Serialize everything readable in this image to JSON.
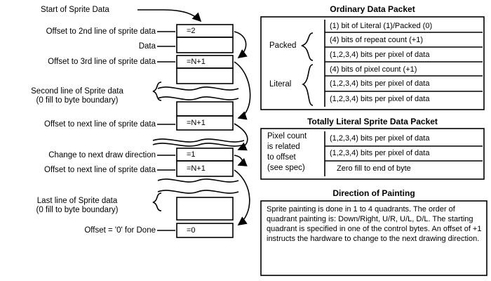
{
  "left": {
    "labels": {
      "start": "Start of Sprite Data",
      "offset2": "Offset to 2nd line of sprite data",
      "data": "Data",
      "offset3": "Offset to 3rd line of sprite data",
      "second_line": "Second line of Sprite data",
      "second_fill": "(0 fill to byte boundary)",
      "offset_next_1": "Offset to next line of sprite data",
      "change_dir": "Change to next draw direction",
      "offset_next_2": "Offset to next line of sprite data",
      "last_line": "Last line of Sprite data",
      "last_fill": "(0 fill to byte boundary)",
      "offset_done": "Offset = '0' for Done"
    },
    "cells": {
      "v1": "=2",
      "v2": "=N+1",
      "v3": "=N+1",
      "v4": "=1",
      "v5": "=N+1",
      "v6": "=0"
    }
  },
  "ordinary": {
    "title": "Ordinary Data Packet",
    "packed_label": "Packed",
    "literal_label": "Literal",
    "rows": [
      "(1) bit of Literal (1)/Packed (0)",
      "(4) bits of repeat count (+1)",
      "(1,2,3,4) bits per pixel of data",
      "(4) bits of pixel count (+1)",
      "(1,2,3,4) bits per pixel of data",
      "(1,2,3,4) bits per pixel of data"
    ]
  },
  "literal_packet": {
    "title": "Totally Literal Sprite Data Packet",
    "side": [
      "Pixel count",
      "is related",
      "to offset",
      "(see spec)"
    ],
    "rows": [
      "(1,2,3,4) bits per pixel of data",
      "(1,2,3,4) bits per pixel of data",
      "Zero fill to end of byte"
    ]
  },
  "direction": {
    "title": "Direction of Painting",
    "text": "Sprite painting is done in 1 to 4 quadrants. The order of quadrant painting is: Down/Right, U/R, U/L, D/L. The starting quadrant is specified in one of the control bytes. An offset of +1 instructs the hardware to change to the next drawing direction."
  }
}
